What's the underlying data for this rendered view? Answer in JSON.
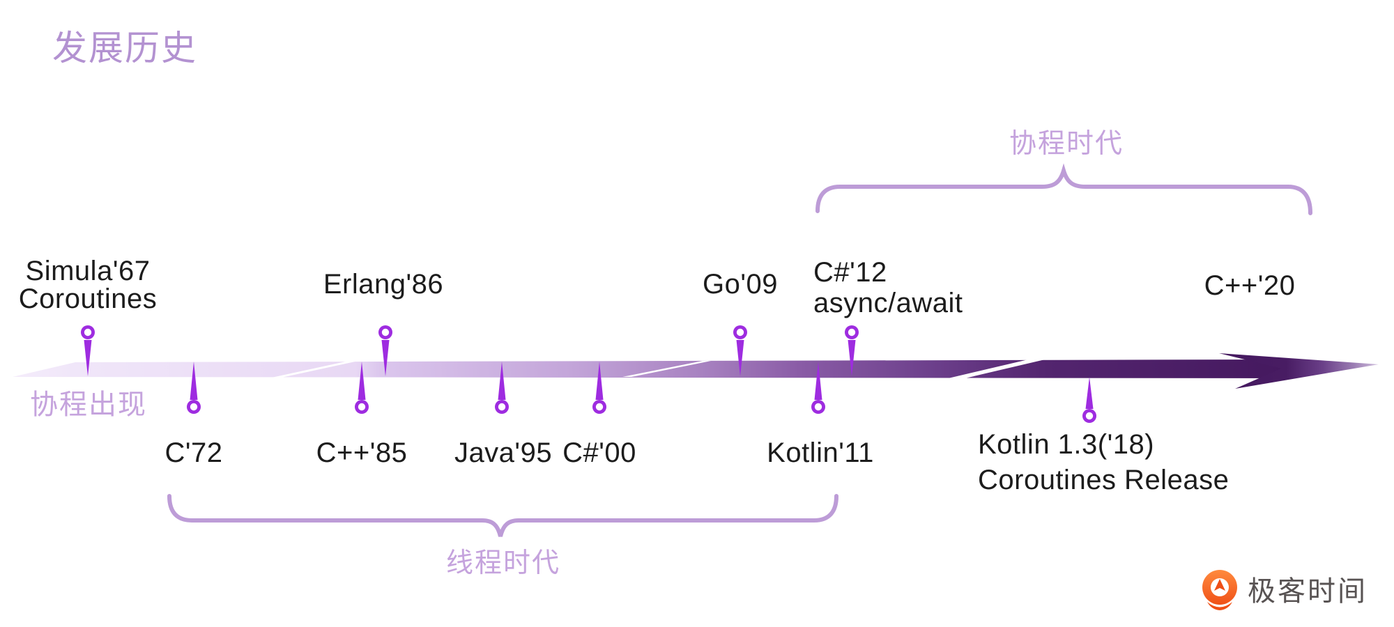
{
  "title": "发展历史",
  "era_labels": {
    "coroutine_appear": "协程出现",
    "thread_era": "线程时代",
    "coroutine_era": "协程时代"
  },
  "events_above": [
    {
      "line1": "Simula'67",
      "line2": "Coroutines"
    },
    {
      "line1": "Erlang'86"
    },
    {
      "line1": "Go'09"
    },
    {
      "line1": "C#'12",
      "line2": "async/await"
    },
    {
      "line1": "C++'20"
    }
  ],
  "events_below": [
    {
      "line1": "C'72"
    },
    {
      "line1": "C++'85"
    },
    {
      "line1": "Java'95"
    },
    {
      "line1": "C#'00"
    },
    {
      "line1": "Kotlin'11"
    },
    {
      "line1": "Kotlin 1.3('18)",
      "line2": "Coroutines Release"
    }
  ],
  "logo": {
    "name": "极客时间"
  },
  "colors": {
    "pin": "#9e2ce0",
    "brace": "#bd9cd7",
    "title_purple": "#b392d1",
    "era_purple": "#c5a3dd",
    "band_light": "#f4ecfa",
    "band_dark": "#44185e",
    "logo_orange": "#f1551d",
    "text_dark": "#1c1c1c"
  }
}
